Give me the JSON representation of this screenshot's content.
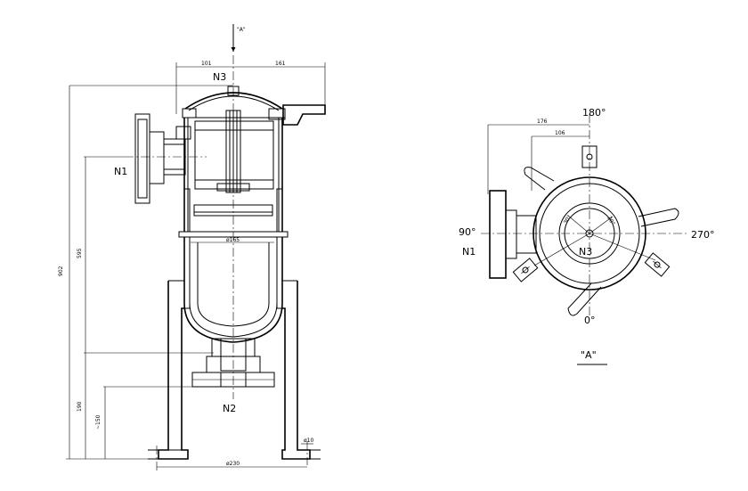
{
  "view_a_marker": "\"A\"",
  "nozzles": {
    "n1": "N1",
    "n2": "N2",
    "n3": "N3"
  },
  "dimensions": {
    "d101": "101",
    "d161": "161",
    "d902": "902",
    "d595": "595",
    "d190": "190",
    "d150": "~150",
    "dia165": "ø165",
    "dia10": "ø10",
    "dia230": "ø230",
    "d176": "176",
    "d106": "106",
    "deg_small_1": "30°",
    "deg_small_2": "30°"
  },
  "angles": {
    "a180": "180°",
    "a90": "90°",
    "a270": "270°",
    "a0": "0°"
  },
  "view_label": "\"A\""
}
